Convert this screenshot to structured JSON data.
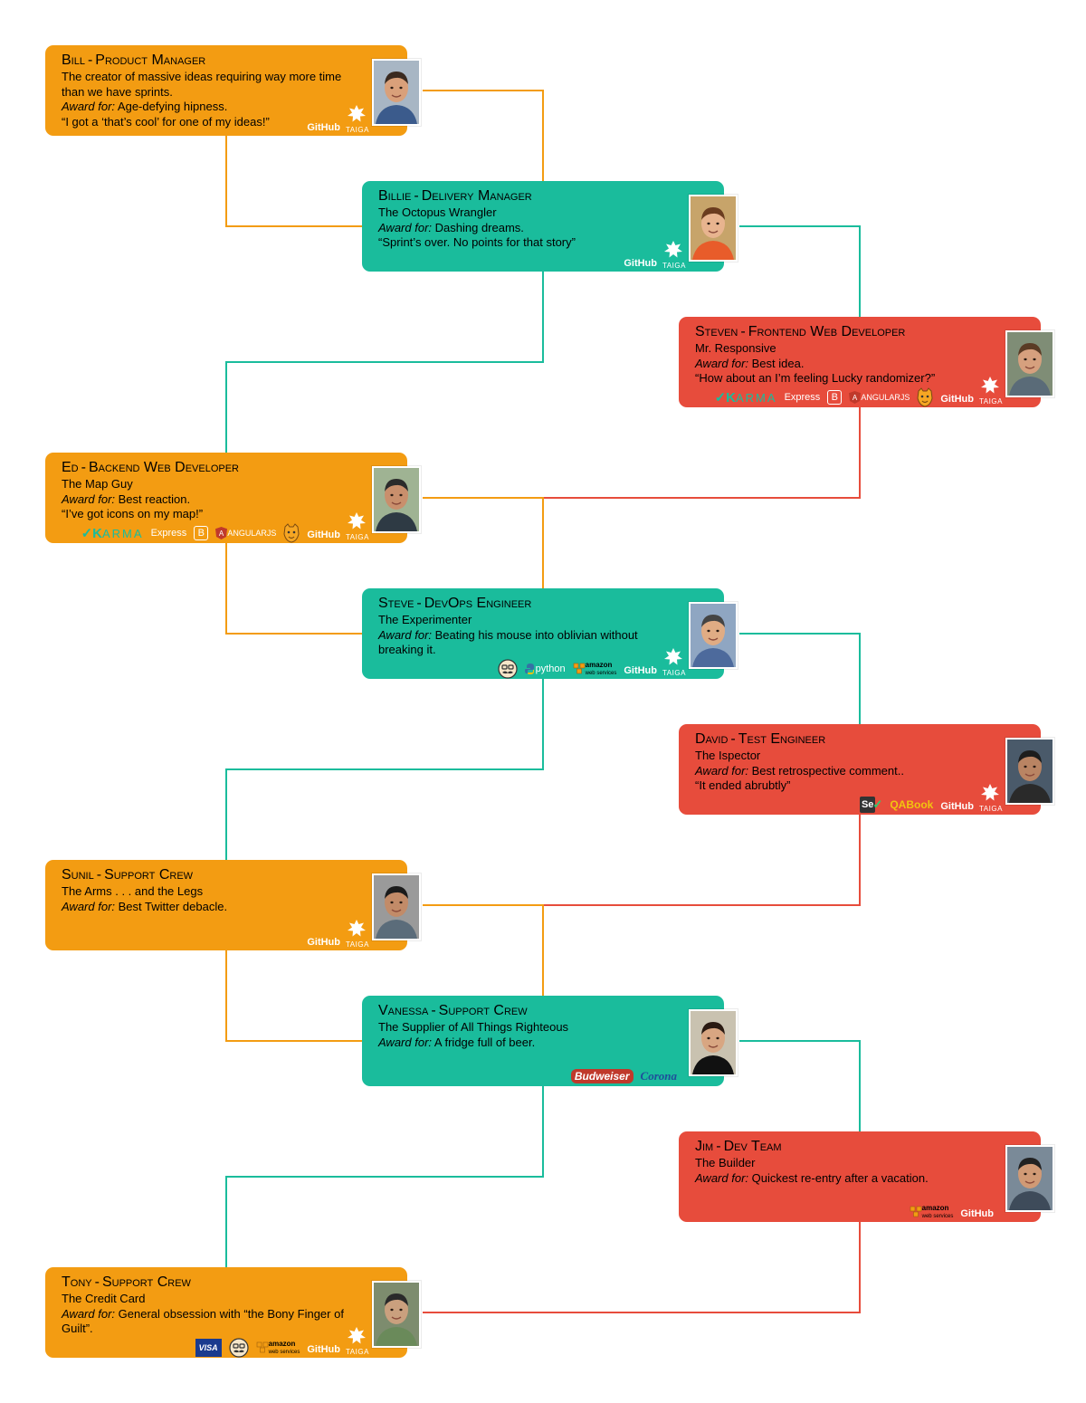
{
  "colors": {
    "orange": "#f39c12",
    "teal": "#1abc9c",
    "red": "#e74c3c"
  },
  "award_label": "Award for:",
  "logo_text": {
    "github": "GitHub",
    "taiga": "TAIGA",
    "karma": "ARMA",
    "express": "Express",
    "bootstrap": "B",
    "angular": "ANGULARJS",
    "python": "python",
    "amazon": "amazon",
    "amazon_sub": "web services",
    "budweiser": "Budweiser",
    "corona": "Corona",
    "visa": "VISA",
    "qabook": "QABook",
    "selenium": "Se"
  },
  "members": [
    {
      "name": "Bill",
      "role": "Product Manager",
      "tagline": "The creator of massive ideas requiring way more time than we have sprints.",
      "award": "Age-defying hipness.",
      "quote": "“I got a ‘that’s cool’ for one of my ideas!”",
      "color": "orange",
      "tools": [
        "github-logo",
        "taiga-logo"
      ]
    },
    {
      "name": "Billie",
      "role": "Delivery Manager",
      "tagline": "The Octopus Wrangler",
      "award": "Dashing dreams.",
      "quote": "“Sprint’s over. No points for that story”",
      "color": "teal",
      "tools": [
        "github-logo",
        "taiga-logo"
      ]
    },
    {
      "name": "Steven",
      "role": "Frontend Web Developer",
      "tagline": "Mr. Responsive",
      "award": "Best idea.",
      "quote": "“How about an I’m feeling Lucky randomizer?”",
      "color": "red",
      "tools": [
        "karma-logo",
        "express-logo",
        "bootstrap-logo",
        "angularjs-logo",
        "grunt-logo",
        "github-logo",
        "taiga-logo"
      ]
    },
    {
      "name": "Ed",
      "role": "Backend Web Developer",
      "tagline": "The Map Guy",
      "award": "Best reaction.",
      "quote": "“I’ve got icons on my map!”",
      "color": "orange",
      "tools": [
        "karma-logo",
        "express-logo",
        "bootstrap-logo",
        "angularjs-logo",
        "grunt-logo",
        "github-logo",
        "taiga-logo"
      ]
    },
    {
      "name": "Steve",
      "role": "DevOps Engineer",
      "tagline": "The Experimenter",
      "award": "Beating his mouse into oblivian without breaking it.",
      "quote": "",
      "color": "teal",
      "tools": [
        "hipster-logo",
        "python-logo",
        "amazon-web-services-logo",
        "github-logo",
        "taiga-logo"
      ]
    },
    {
      "name": "David",
      "role": "Test Engineer",
      "tagline": "The Ispector",
      "award": "Best retrospective comment..",
      "quote": "“It ended abrubtly”",
      "color": "red",
      "tools": [
        "selenium-logo",
        "qabook-logo",
        "github-logo",
        "taiga-logo"
      ]
    },
    {
      "name": "Sunil",
      "role": "Support Crew",
      "tagline": "The Arms . . . and the Legs",
      "award": "Best Twitter debacle.",
      "quote": "",
      "color": "orange",
      "tools": [
        "github-logo",
        "taiga-logo"
      ]
    },
    {
      "name": "Vanessa",
      "role": "Support Crew",
      "tagline": "The Supplier of All Things Righteous",
      "award": "A fridge full of beer.",
      "quote": "",
      "color": "teal",
      "tools": [
        "budweiser-logo",
        "corona-logo"
      ]
    },
    {
      "name": "Jim",
      "role": "Dev Team",
      "tagline": "The Builder",
      "award": "Quickest re-entry after a vacation.",
      "quote": "",
      "color": "red",
      "tools": [
        "amazon-web-services-logo",
        "github-logo"
      ]
    },
    {
      "name": "Tony",
      "role": "Support Crew",
      "tagline": "The Credit Card",
      "award": "General obsession with “the Bony Finger of Guilt”.",
      "quote": "",
      "color": "orange",
      "tools": [
        "visa-logo",
        "hipster-logo",
        "amazon-web-services-logo",
        "github-logo",
        "taiga-logo"
      ]
    }
  ]
}
